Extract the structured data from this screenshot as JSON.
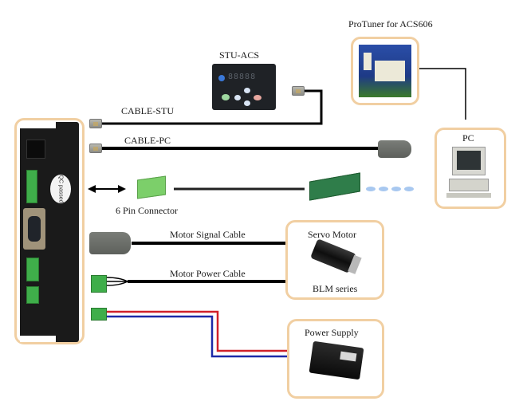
{
  "diagram": {
    "driver": {
      "sticker": "QC passed"
    },
    "stu": {
      "title": "STU-ACS",
      "display": "88888"
    },
    "protuner": {
      "title": "ProTuner for ACS606"
    },
    "pc": {
      "title": "PC"
    },
    "cables": {
      "stu": "CABLE-STU",
      "pc": "CABLE-PC",
      "connector6": "6 Pin Connector",
      "motor_signal": "Motor Signal Cable",
      "motor_power": "Motor Power Cable"
    },
    "servo": {
      "title": "Servo Motor",
      "series": "BLM series"
    },
    "power": {
      "title": "Power Supply"
    },
    "colors": {
      "box_border": "#f1cfa2",
      "wire_red": "#d0202a",
      "wire_blue": "#1d2aa8",
      "terminal_green": "#3fae4a",
      "dot_blue": "#a8c8f0"
    }
  }
}
